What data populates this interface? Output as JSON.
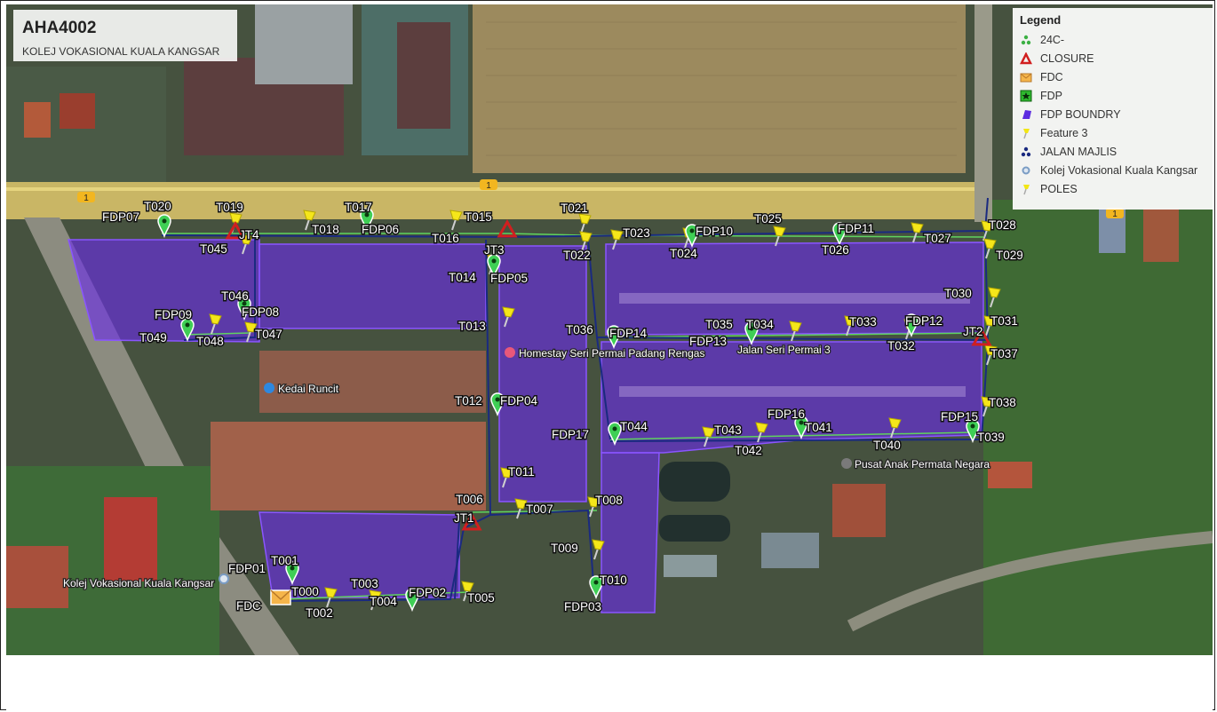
{
  "map": {
    "title": "AHA4002",
    "subtitle": "KOLEJ VOKASIONAL KUALA KANGSAR",
    "road_shield": "1"
  },
  "legend": {
    "title": "Legend",
    "items": [
      {
        "label": "24C-",
        "icon": "green-dots-icon",
        "color": "#3cb043"
      },
      {
        "label": "CLOSURE",
        "icon": "triangle-icon",
        "color": "#d11f1f"
      },
      {
        "label": "FDC",
        "icon": "envelope-icon",
        "color": "#e8a33a"
      },
      {
        "label": "FDP",
        "icon": "green-square-star-icon",
        "color": "#2eb82e"
      },
      {
        "label": "FDP BOUNDRY",
        "icon": "purple-polygon-icon",
        "color": "#5b2be0"
      },
      {
        "label": "Feature 3",
        "icon": "yellow-pin-icon",
        "color": "#f2e614"
      },
      {
        "label": "JALAN MAJLIS",
        "icon": "navy-dots-icon",
        "color": "#1a2a80"
      },
      {
        "label": "Kolej Vokasional Kuala Kangsar",
        "icon": "circle-icon",
        "color": "#7a9cc4"
      },
      {
        "label": "POLES",
        "icon": "yellow-pin-icon",
        "color": "#f2e614"
      }
    ]
  },
  "places": {
    "homestay": "Homestay Seri Permai Padang Rengas",
    "kedai": "Kedai Runcit",
    "jalan": "Jalan Seri Permai 3",
    "pusat": "Pusat Anak Permata Negara",
    "kolej": "Kolej Vokasional Kuala Kangsar"
  },
  "labels": {
    "T000": "T000",
    "T001": "T001",
    "T002": "T002",
    "T003": "T003",
    "T004": "T004",
    "T005": "T005",
    "T006": "T006",
    "T007": "T007",
    "T008": "T008",
    "T009": "T009",
    "T010": "T010",
    "T011": "T011",
    "T012": "T012",
    "T013": "T013",
    "T014": "T014",
    "T015": "T015",
    "T016": "T016",
    "T017": "T017",
    "T018": "T018",
    "T019": "T019",
    "T020": "T020",
    "T021": "T021",
    "T022": "T022",
    "T023": "T023",
    "T024": "T024",
    "T025": "T025",
    "T026": "T026",
    "T027": "T027",
    "T028": "T028",
    "T029": "T029",
    "T030": "T030",
    "T031": "T031",
    "T032": "T032",
    "T033": "T033",
    "T034": "T034",
    "T035": "T035",
    "T036": "T036",
    "T037": "T037",
    "T038": "T038",
    "T039": "T039",
    "T040": "T040",
    "T041": "T041",
    "T042": "T042",
    "T043": "T043",
    "T044": "T044",
    "T045": "T045",
    "T046": "T046",
    "T047": "T047",
    "T048": "T048",
    "T049": "T049",
    "FDP01": "FDP01",
    "FDP02": "FDP02",
    "FDP03": "FDP03",
    "FDP04": "FDP04",
    "FDP05": "FDP05",
    "FDP06": "FDP06",
    "FDP07": "FDP07",
    "FDP08": "FDP08",
    "FDP09": "FDP09",
    "FDP10": "FDP10",
    "FDP11": "FDP11",
    "FDP12": "FDP12",
    "FDP13": "FDP13",
    "FDP14": "FDP14",
    "FDP15": "FDP15",
    "FDP16": "FDP16",
    "FDP17": "FDP17",
    "JT1": "JT1",
    "JT2": "JT2",
    "JT3": "JT3",
    "JT4": "JT4",
    "FDC": "FDC"
  }
}
